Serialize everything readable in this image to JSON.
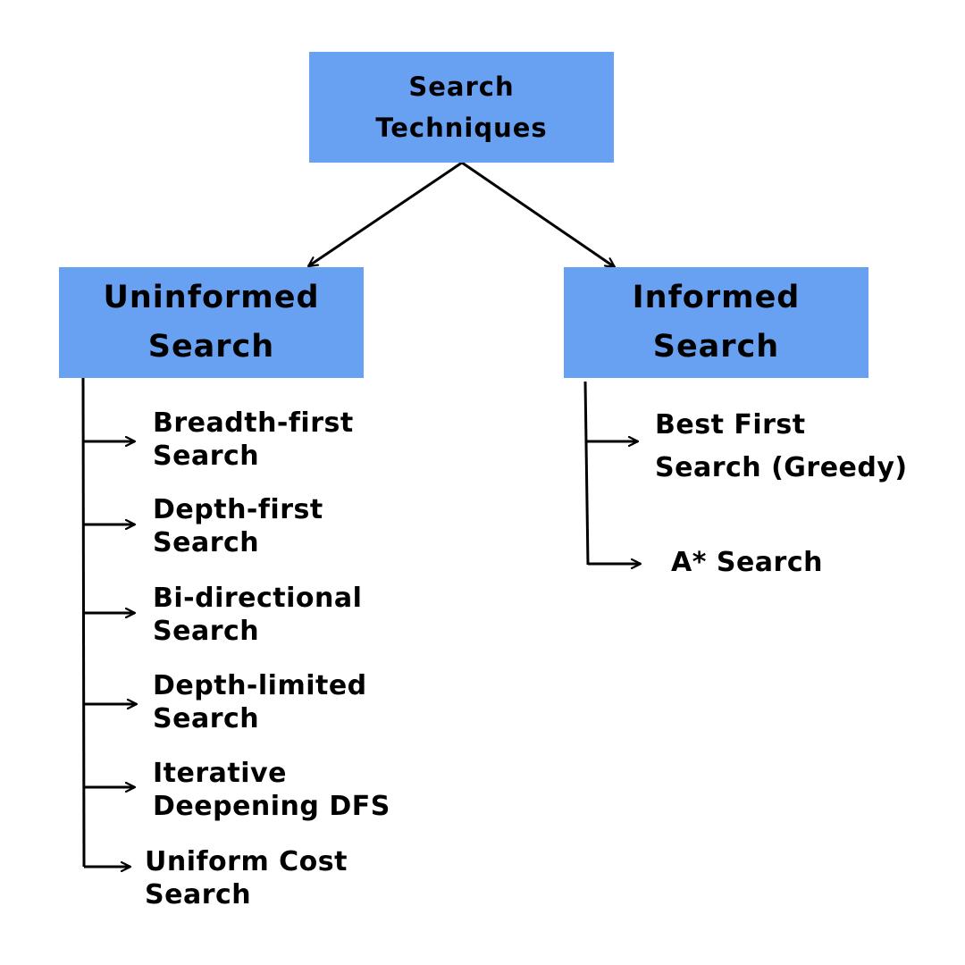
{
  "root": {
    "label": "Search\nTechniques"
  },
  "uninformed": {
    "label": "Uninformed\nSearch",
    "children": [
      "Breadth-first\nSearch",
      "Depth-first\nSearch",
      "Bi-directional\nSearch",
      "Depth-limited\nSearch",
      "Iterative\nDeepening DFS",
      "Uniform Cost\nSearch"
    ]
  },
  "informed": {
    "label": "Informed\nSearch",
    "children": [
      "Best First\nSearch (Greedy)",
      "A* Search"
    ]
  },
  "colors": {
    "box_fill": "#68a1f2",
    "line": "#000000",
    "text": "#000000"
  }
}
